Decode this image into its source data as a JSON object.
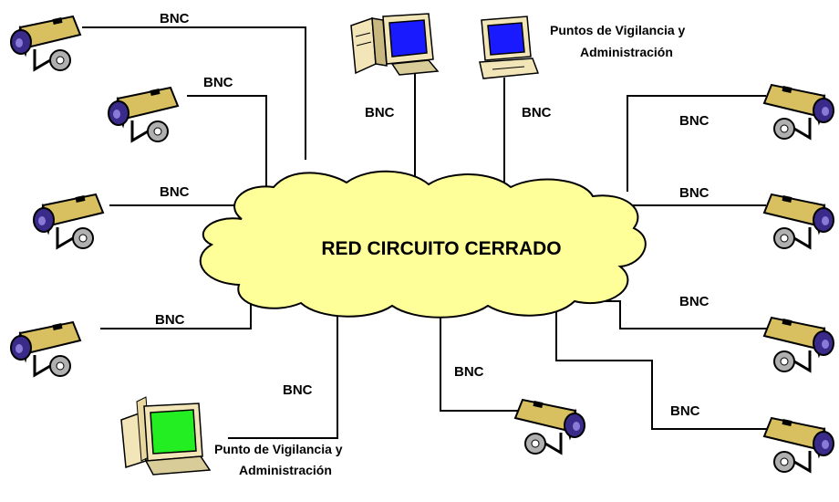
{
  "network": {
    "label": "RED CIRCUITO CERRADO",
    "fill_color": "#ffff99"
  },
  "connector_label": "BNC",
  "monitoring_top": {
    "line1": "Puntos de Vigilancia y",
    "line2": "Administración"
  },
  "monitoring_bottom": {
    "line1": "Punto de Vigilancia y",
    "line2": "Administración"
  },
  "colors": {
    "camera_body": "#d8c060",
    "lens": "#3a2a8a",
    "screen_blue": "#1a1aff",
    "screen_green": "#22ee22",
    "computer_case": "#f2e6b8"
  },
  "icons": {
    "camera": "security-camera-icon",
    "computer": "desktop-computer-icon",
    "cloud": "network-cloud-icon"
  }
}
